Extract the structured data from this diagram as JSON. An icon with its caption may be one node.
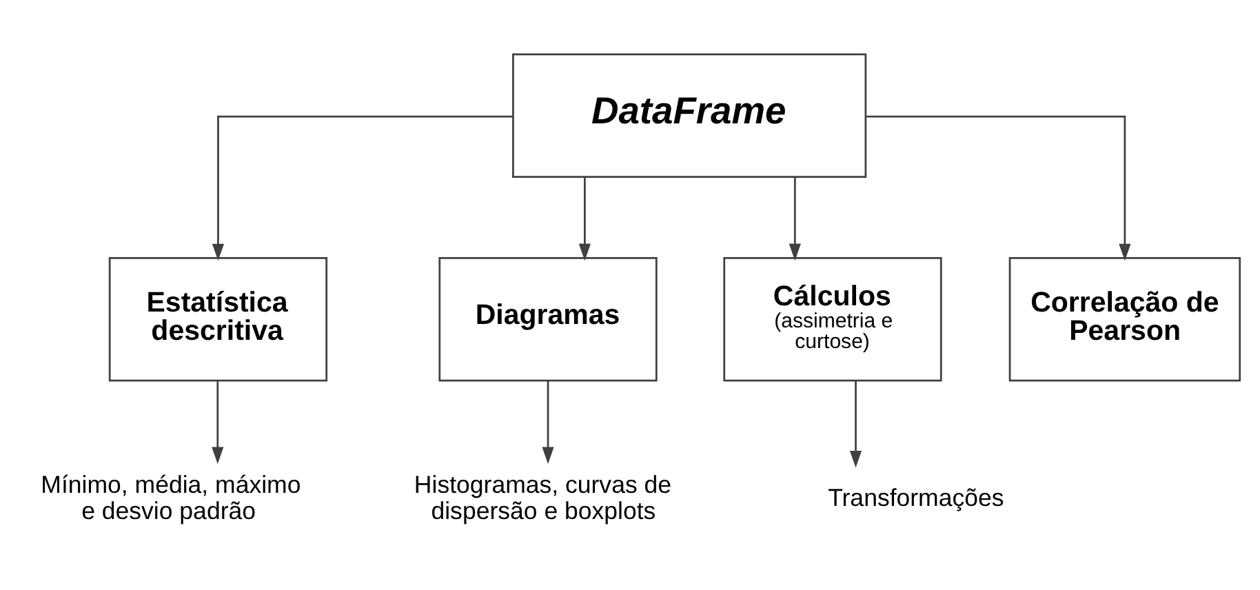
{
  "diagram": {
    "nodes": [
      {
        "text": [
          "DataFrame"
        ]
      },
      {
        "text": [
          "Estatística descritiva"
        ]
      },
      {
        "text": [
          "Diagramas"
        ]
      },
      {
        "text": [
          "Cálculos",
          "(assimetria e curtose)"
        ]
      },
      {
        "text": [
          "Correlação de Pearson"
        ]
      },
      {
        "text": [
          "Mínimo, média, máximo e desvio padrão"
        ]
      },
      {
        "text": [
          "Histogramas, curvas de dispersão e boxplots"
        ]
      },
      {
        "text": [
          "Transformações"
        ]
      }
    ],
    "edges": [
      {
        "from": 0,
        "to": 1,
        "arrow": "to"
      },
      {
        "from": 0,
        "to": 2,
        "arrow": "to"
      },
      {
        "from": 0,
        "to": 3,
        "arrow": "to"
      },
      {
        "from": 0,
        "to": 4,
        "arrow": "to"
      },
      {
        "from": 1,
        "to": 5,
        "arrow": "to"
      },
      {
        "from": 2,
        "to": 6,
        "arrow": "to"
      },
      {
        "from": 3,
        "to": 7,
        "arrow": "to"
      }
    ]
  }
}
